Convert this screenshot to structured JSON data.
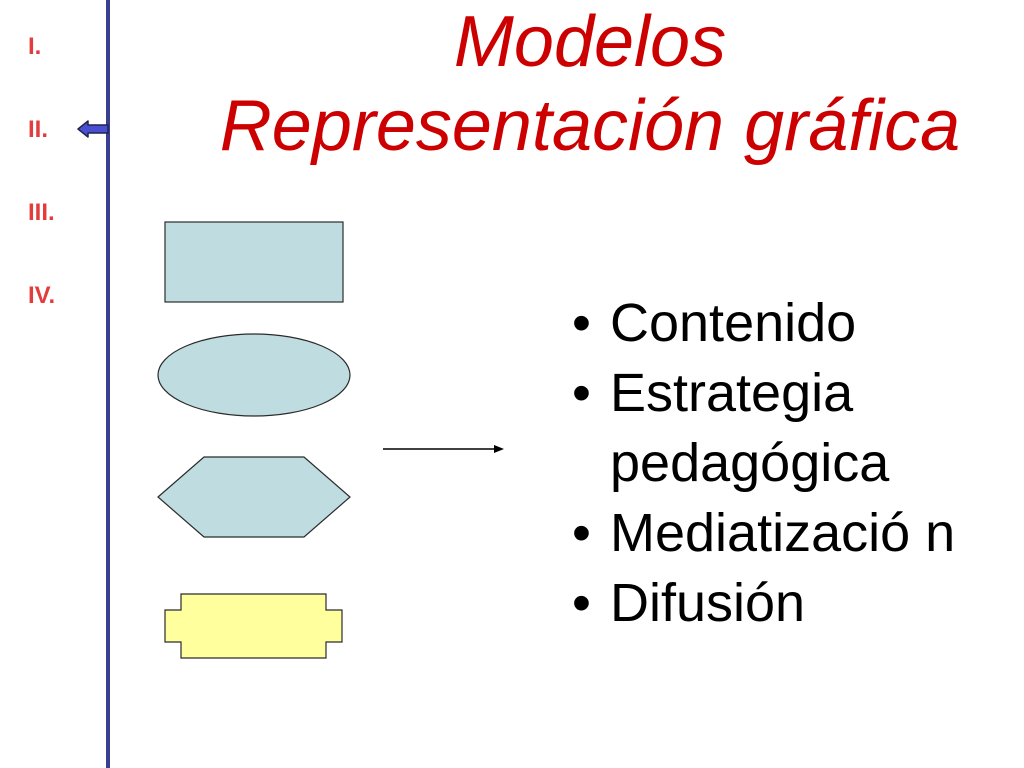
{
  "title": {
    "line1": "Modelos",
    "line2": "Representación gráfica"
  },
  "nav": {
    "items": [
      "I.",
      "II.",
      "III.",
      "IV."
    ],
    "current_index": 1
  },
  "bullets": [
    "Contenido",
    "Estrategia pedagógica",
    "Mediatizació n",
    "Difusión"
  ],
  "colors": {
    "title": "#cc0000",
    "nav": "#e23c3c",
    "rule": "#3b3f8f",
    "shape_blue": "#bfdde0",
    "shape_yellow": "#ffff9e",
    "stroke": "#2b2b2b"
  },
  "icons": {
    "current_pointer": "left-arrow-icon"
  }
}
